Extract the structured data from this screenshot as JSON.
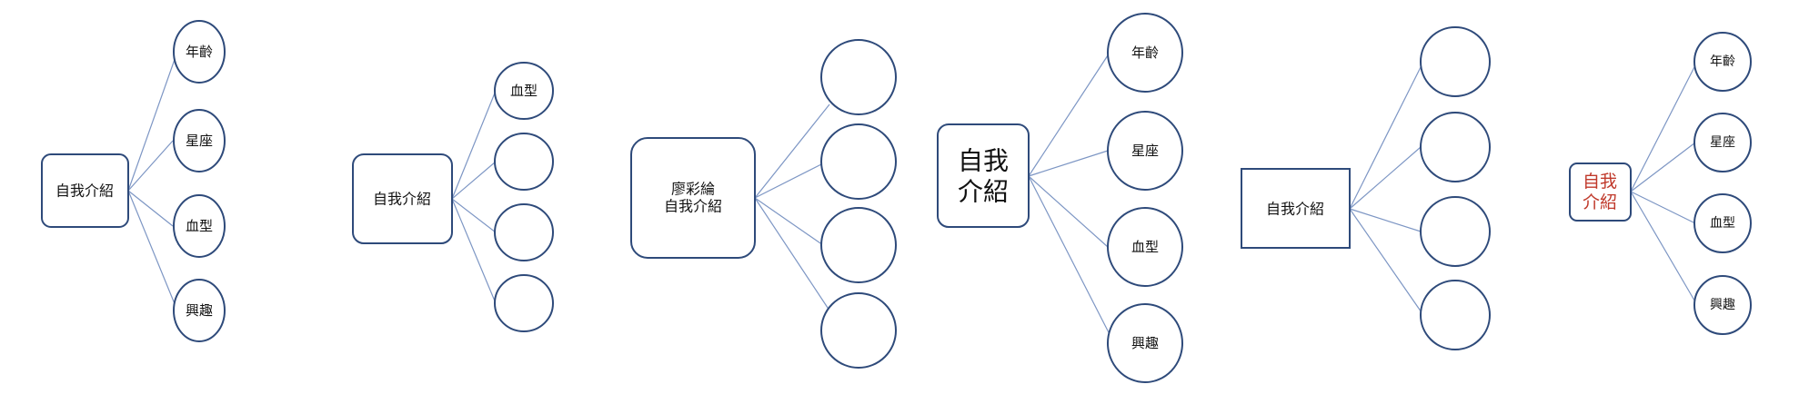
{
  "colors": {
    "outline": "#2e4a7a",
    "connector": "#7d96c4",
    "text": "#111111",
    "accent_text": "#c0392b"
  },
  "diagrams": [
    {
      "id": "d1",
      "center": [
        "自我介紹"
      ],
      "children": [
        "年齡",
        "星座",
        "血型",
        "興趣"
      ]
    },
    {
      "id": "d2",
      "center": [
        "自我介紹"
      ],
      "children": [
        "血型",
        "",
        "",
        ""
      ]
    },
    {
      "id": "d3",
      "center": [
        "廖彩綸",
        "自我介紹"
      ],
      "children": [
        "",
        "",
        "",
        ""
      ]
    },
    {
      "id": "d4",
      "center": [
        "自我",
        "介紹"
      ],
      "children": [
        "年齡",
        "星座",
        "血型",
        "興趣"
      ]
    },
    {
      "id": "d5",
      "center": [
        "自我介紹"
      ],
      "children": [
        "",
        "",
        "",
        ""
      ]
    },
    {
      "id": "d6",
      "center": [
        "自我",
        "介紹"
      ],
      "children": [
        "年齡",
        "星座",
        "血型",
        "興趣"
      ]
    }
  ]
}
